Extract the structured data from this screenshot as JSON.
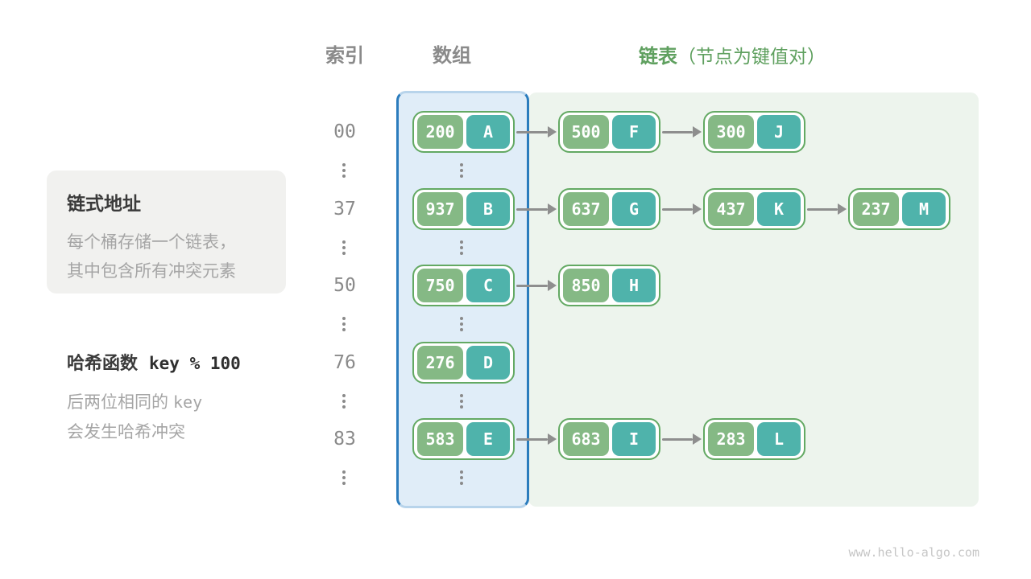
{
  "header": {
    "index_label": "索引",
    "array_label": "数组",
    "list_label": "链表",
    "list_note": "（节点为键值对）"
  },
  "info_box": {
    "title": "链式地址",
    "line1": "每个桶存储一个链表，",
    "line2": "其中包含所有冲突元素"
  },
  "hash_note": {
    "title": "哈希函数",
    "formula": "key % 100",
    "line1_text": "后两位相同的",
    "line1_code": "key",
    "line2": "会发生哈希冲突"
  },
  "watermark": "www.hello-algo.com",
  "colors": {
    "accent_blue": "#2b7cbd",
    "array_bg": "#e0edf8",
    "list_bg": "#edf4ed",
    "key_green": "#85b985",
    "value_teal": "#4fb3ab",
    "node_border": "#63a963",
    "header_green": "#5fa05f",
    "gray_text": "#8a8a8a",
    "muted_text": "#a5a5a5",
    "dark_text": "#3a3a3a",
    "arrow_gray": "#8e8e8e",
    "watermark_gray": "#c6c6c6",
    "info_box_bg": "#f1f1ef"
  },
  "diagram": {
    "rows": [
      {
        "index": "00",
        "bucket": {
          "key": "200",
          "value": "A"
        },
        "chain": [
          {
            "key": "500",
            "value": "F"
          },
          {
            "key": "300",
            "value": "J"
          }
        ]
      },
      {
        "index": "37",
        "bucket": {
          "key": "937",
          "value": "B"
        },
        "chain": [
          {
            "key": "637",
            "value": "G"
          },
          {
            "key": "437",
            "value": "K"
          },
          {
            "key": "237",
            "value": "M"
          }
        ]
      },
      {
        "index": "50",
        "bucket": {
          "key": "750",
          "value": "C"
        },
        "chain": [
          {
            "key": "850",
            "value": "H"
          }
        ]
      },
      {
        "index": "76",
        "bucket": {
          "key": "276",
          "value": "D"
        },
        "chain": []
      },
      {
        "index": "83",
        "bucket": {
          "key": "583",
          "value": "E"
        },
        "chain": [
          {
            "key": "683",
            "value": "I"
          },
          {
            "key": "283",
            "value": "L"
          }
        ]
      }
    ]
  }
}
